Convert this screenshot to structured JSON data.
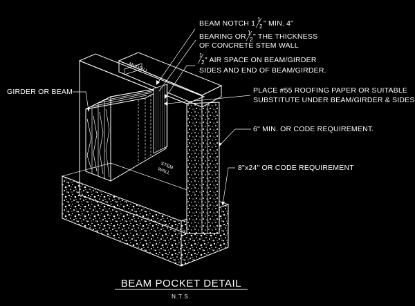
{
  "drawing": {
    "title": "BEAM POCKET DETAIL",
    "scale_note": "N.T.S."
  },
  "tags": {
    "mudsill": "MUDSILL",
    "stem_wall_1": "STEM",
    "stem_wall_2": "WALL"
  },
  "callouts": {
    "girder": "GIRDER OR BEAM",
    "notch_pre": "BEAM NOTCH 1",
    "notch_post": "\" MIN. 4\"",
    "bearing_pre": "BEARING OR ",
    "bearing_post": "\" THE THICKNESS",
    "bearing_line2": "OF CONCRETE STEM WALL",
    "air_post": "\" AIR SPACE ON BEAM/GIRDER",
    "air_line2": "SIDES AND END OF BEAM/GIRDER.",
    "paper_line1": "PLACE #55 ROOFING PAPER OR SUITABLE",
    "paper_line2": "SUBSTITUTE UNDER BEAM/GIRDER & SIDES",
    "min6": "6\" MIN. OR CODE REQUIREMENT.",
    "footing": "8\"x24\" OR CODE REQUIREMENT",
    "half_num": "1",
    "half_den": "2"
  }
}
